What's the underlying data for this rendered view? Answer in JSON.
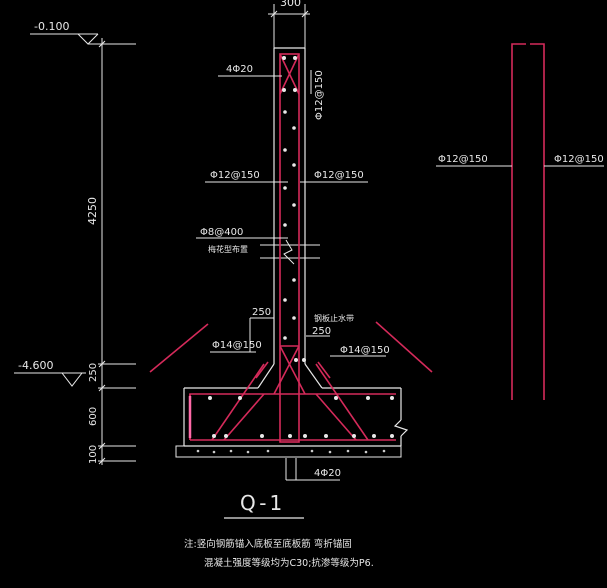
{
  "labels": {
    "top_dim": "300",
    "elev_top": "-0.100",
    "elev_bottom": "-4.600",
    "dim_4250": "4250",
    "dim_250": "250",
    "dim_600": "600",
    "dim_100": "100",
    "bar_top": "4Φ20",
    "bar_vert": "Φ12@150",
    "bar_left": "Φ12@150",
    "bar_right": "Φ12@150",
    "bar_tie": "Φ8@400",
    "tie_note": "梅花型布置",
    "dim_250_left": "250",
    "dim_250_right": "250",
    "waterstop": "钢板止水带",
    "haunch_left": "Φ14@150",
    "haunch_right": "Φ14@150",
    "bar_bottom": "4Φ20",
    "section_title": "Q-1",
    "note_line1": "注:竖向钢筋锚入底板至底板筋 弯折锚固",
    "note_line2": "混凝土强度等级均为C30;抗渗等级为P6.",
    "side_left": "Φ12@150",
    "side_right": "Φ12@150"
  }
}
